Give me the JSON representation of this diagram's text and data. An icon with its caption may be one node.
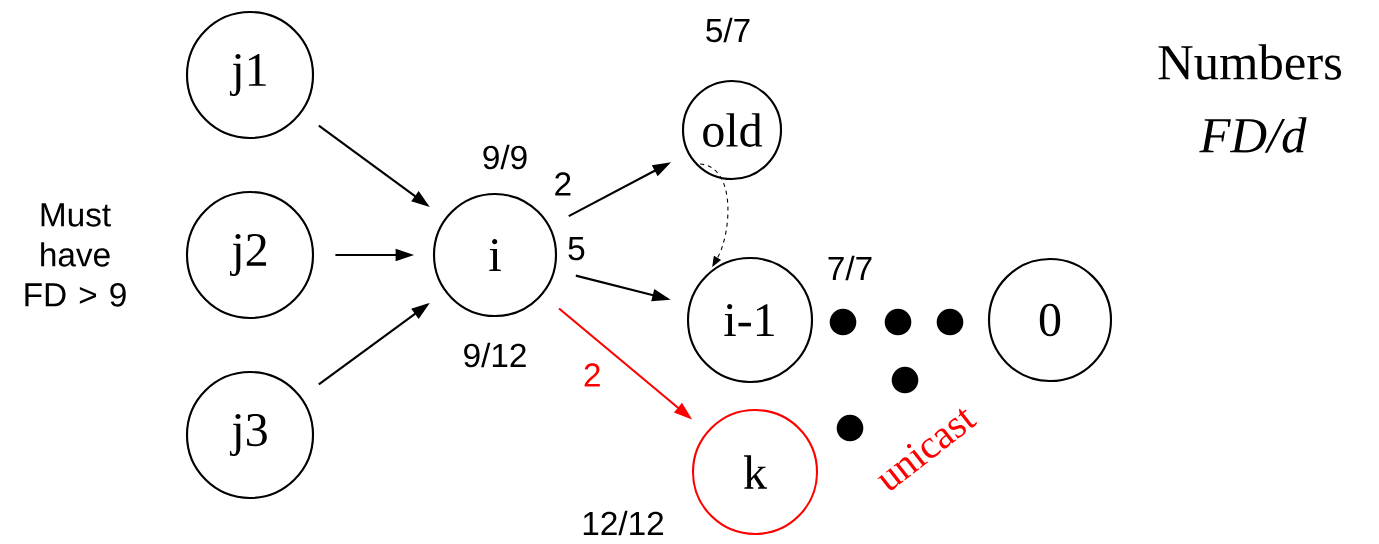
{
  "diagram": {
    "nodes": [
      {
        "text": [
          "j1"
        ]
      },
      {
        "text": [
          "j2"
        ]
      },
      {
        "text": [
          "j3"
        ]
      },
      {
        "text": [
          "i"
        ],
        "beside": [
          "9/9",
          "9/12"
        ]
      },
      {
        "text": [
          "old"
        ],
        "beside": [
          "5/7"
        ]
      },
      {
        "text": [
          "i-1"
        ],
        "beside": [
          "7/7"
        ]
      },
      {
        "text": [
          "0"
        ]
      },
      {
        "text": [
          "k"
        ],
        "beside": [
          "12/12"
        ]
      }
    ],
    "edges": [
      {
        "from": 0,
        "to": 3,
        "arrow": "to"
      },
      {
        "from": 1,
        "to": 3,
        "arrow": "to"
      },
      {
        "from": 2,
        "to": 3,
        "arrow": "to"
      },
      {
        "from": 3,
        "to": 4,
        "arrow": "to",
        "label": "2"
      },
      {
        "from": 3,
        "to": 5,
        "arrow": "to",
        "label": "5"
      },
      {
        "from": 3,
        "to": 7,
        "arrow": "to",
        "label": "2",
        "color": "#ff0000"
      },
      {
        "from": 4,
        "to": 5,
        "arrow": "to",
        "style": "dashed"
      }
    ],
    "labels": [
      "Must have FD > 9",
      "Numbers",
      "FD/d",
      "unicast"
    ]
  }
}
